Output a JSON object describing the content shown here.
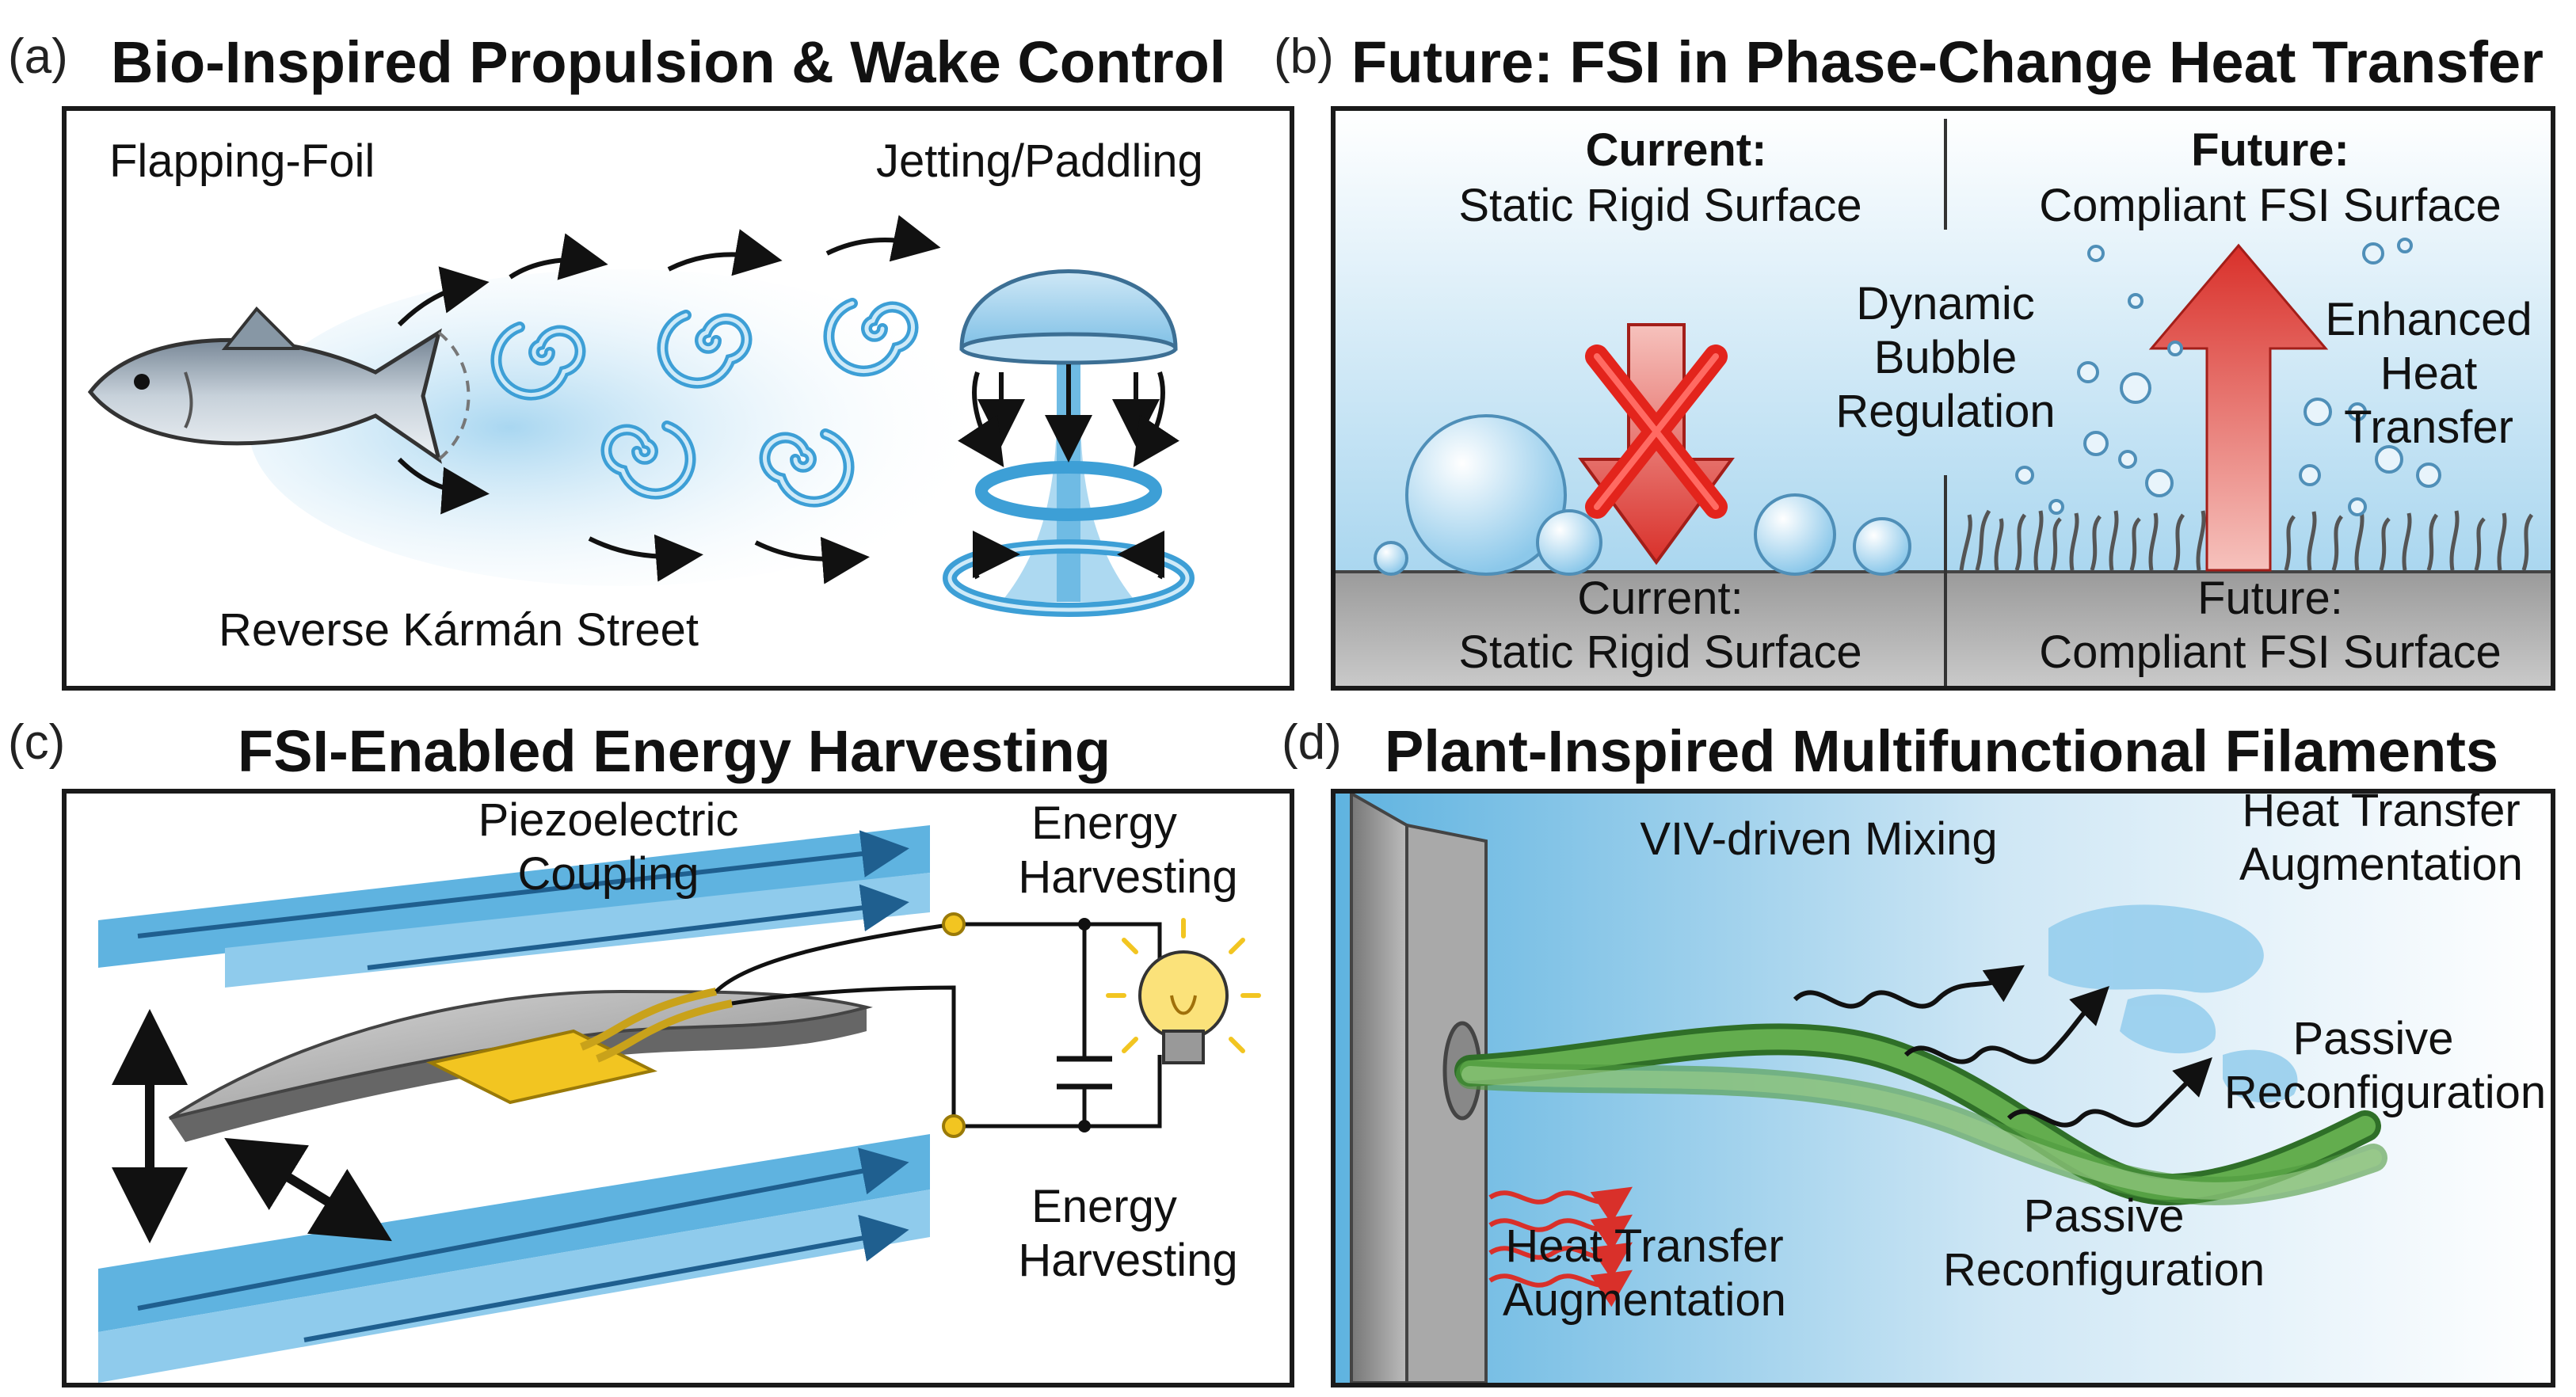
{
  "panels": {
    "a": {
      "tag": "(a)",
      "title": "Bio-Inspired Propulsion & Wake Control",
      "flapping_foil": "Flapping-Foil",
      "jetting": "Jetting/Paddling",
      "street": "Reverse Kármán Street"
    },
    "b": {
      "tag": "(b)",
      "title": "Future: FSI in Phase-Change Heat Transfer",
      "current_head": "Current:",
      "current_sub": "Static Rigid Surface",
      "future_head": "Future:",
      "future_sub": "Compliant FSI Surface",
      "dynamic_1": "Dynamic",
      "dynamic_2": "Bubble",
      "dynamic_3": "Regulation",
      "enhanced_1": "Enhanced",
      "enhanced_2": "Heat",
      "enhanced_3": "Transfer",
      "bottom_current_head": "Current:",
      "bottom_current_sub": "Static Rigid Surface",
      "bottom_future_head": "Future:",
      "bottom_future_sub": "Compliant FSI Surface"
    },
    "c": {
      "tag": "(c)",
      "title": "FSI-Enabled Energy Harvesting",
      "piezo_1": "Piezoelectric",
      "piezo_2": "Coupling",
      "energy_top_1": "Energy",
      "energy_top_2": "Harvesting",
      "energy_bot_1": "Energy",
      "energy_bot_2": "Harvesting"
    },
    "d": {
      "tag": "(d)",
      "title": "Plant-Inspired Multifunctional Filaments",
      "viv": "VIV-driven Mixing",
      "hta_top_1": "Heat Transfer",
      "hta_top_2": "Augmentation",
      "passive_right_1": "Passive",
      "passive_right_2": "Reconfiguration",
      "passive_bot_1": "Passive",
      "passive_bot_2": "Reconfiguration",
      "hta_bot_1": "Heat Transfer",
      "hta_bot_2": "Augmentation"
    }
  },
  "colors": {
    "water_blue": "#5fb3e0",
    "vortex_blue": "#3d9fd6",
    "arrow_red": "#d9302a",
    "filament_green": "#4f9a3e",
    "piezo_yellow": "#f2c521",
    "surface_gray": "#8f8f8f"
  }
}
